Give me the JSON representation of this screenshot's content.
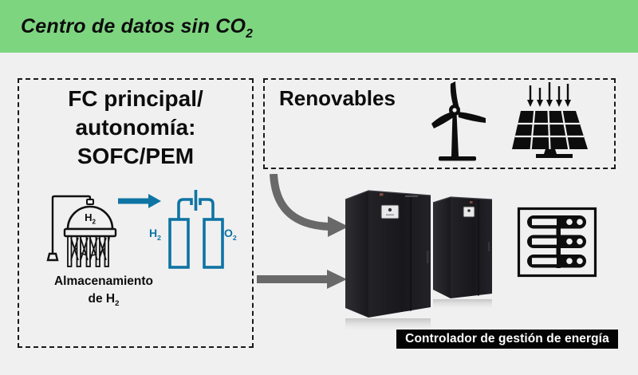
{
  "header": {
    "title_main": "Centro de datos sin CO",
    "title_sub": "2"
  },
  "panels": {
    "fuel_cell": {
      "title_lines": [
        "FC principal/",
        "autonomía:",
        "SOFC/PEM"
      ],
      "tank_label": {
        "main": "H",
        "sub": "2"
      },
      "h2_label": {
        "main": "H",
        "sub": "2"
      },
      "o2_label": {
        "main": "O",
        "sub": "2"
      },
      "caption": {
        "line1": "Almacenamiento",
        "line2_main": "de H",
        "line2_sub": "2"
      }
    },
    "renewables": {
      "title": "Renovables"
    }
  },
  "controller": {
    "label": "Controlador de gestión de energía"
  },
  "icons": {
    "storage": "h2-storage-tank-icon",
    "flow": "blue-flow-arrow-icon",
    "fuel_cell": "fuel-cell-icon",
    "wind": "wind-turbine-icon",
    "solar": "solar-panel-icon",
    "cabinets": "ups-cabinets-image",
    "servers": "server-rack-icon"
  },
  "colors": {
    "header_bg": "#7ed580",
    "canvas_bg": "#f0f0f1",
    "accent_blue": "#0e74a3",
    "arrow_gray": "#696969",
    "ink": "#0d0d0d",
    "controller_bg": "#040404",
    "controller_text": "#ffffff"
  }
}
